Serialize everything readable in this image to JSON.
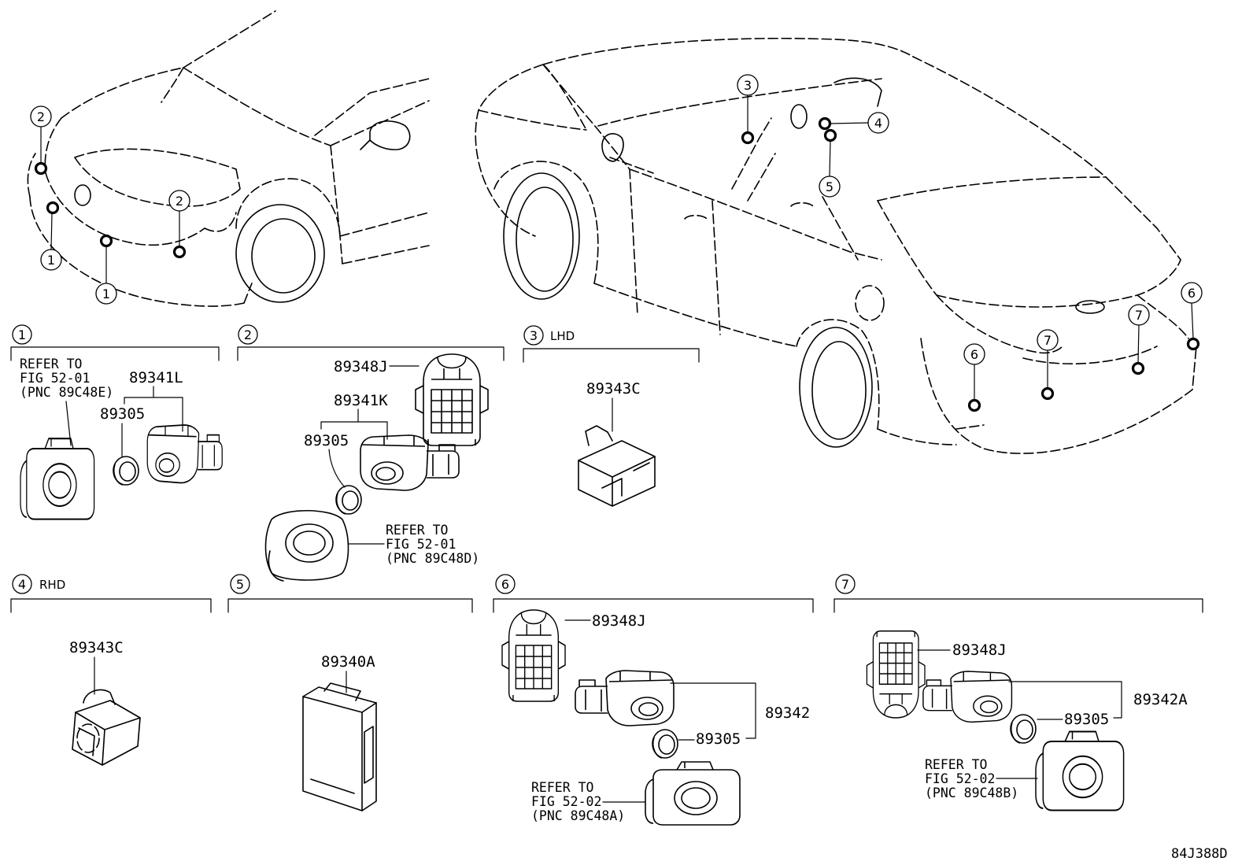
{
  "colors": {
    "line": "#000000",
    "background": "#ffffff"
  },
  "front_callouts": [
    "2",
    "1",
    "1",
    "2"
  ],
  "rear_callouts": [
    "3",
    "4",
    "5",
    "6",
    "7",
    "7",
    "6"
  ],
  "sections": [
    {
      "number": "1",
      "parts": [
        "89341L",
        "89305"
      ],
      "refer": [
        "REFER TO",
        "FIG 52-01",
        "(PNC 89C48E)"
      ]
    },
    {
      "number": "2",
      "parts": [
        "89348J",
        "89341K",
        "89305"
      ],
      "refer": [
        "REFER TO",
        "FIG 52-01",
        "(PNC 89C48D)"
      ]
    },
    {
      "number": "3",
      "variant": "LHD",
      "parts": [
        "89343C"
      ]
    },
    {
      "number": "4",
      "variant": "RHD",
      "parts": [
        "89343C"
      ]
    },
    {
      "number": "5",
      "parts": [
        "89340A"
      ]
    },
    {
      "number": "6",
      "parts": [
        "89348J",
        "89342",
        "89305"
      ],
      "refer": [
        "REFER TO",
        "FIG 52-02",
        "(PNC 89C48A)"
      ]
    },
    {
      "number": "7",
      "parts": [
        "89348J",
        "89342A",
        "89305"
      ],
      "refer": [
        "REFER TO",
        "FIG 52-02",
        "(PNC 89C48B)"
      ]
    }
  ],
  "figure_code": "84J388D"
}
